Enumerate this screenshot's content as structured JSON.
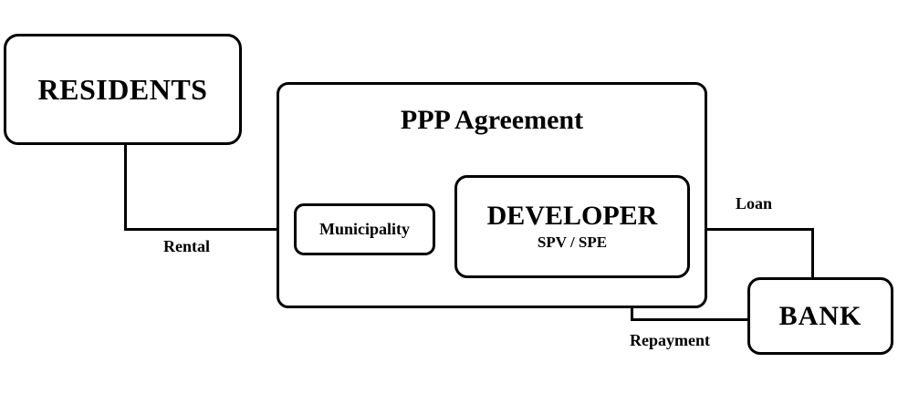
{
  "nodes": {
    "residents": {
      "label": "RESIDENTS"
    },
    "ppp_agreement": {
      "title": "PPP Agreement"
    },
    "municipality": {
      "label": "Municipality"
    },
    "developer": {
      "label": "DEVELOPER",
      "sublabel": "SPV / SPE"
    },
    "bank": {
      "label": "BANK"
    }
  },
  "edges": {
    "rental": {
      "label": "Rental"
    },
    "loan": {
      "label": "Loan"
    },
    "repayment": {
      "label": "Repayment"
    }
  },
  "colors": {
    "background": "#ffffff",
    "stroke": "#000000",
    "text": "#000000"
  }
}
